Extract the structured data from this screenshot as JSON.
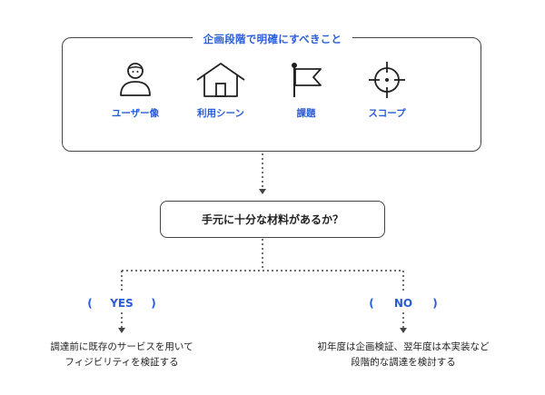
{
  "planning": {
    "title": "企画段階で明確にすべきこと",
    "items": [
      {
        "label": "ユーザー像",
        "icon": "user-icon"
      },
      {
        "label": "利用シーン",
        "icon": "house-icon"
      },
      {
        "label": "課題",
        "icon": "flag-icon"
      },
      {
        "label": "スコープ",
        "icon": "target-icon"
      }
    ]
  },
  "question": "手元に十分な材料があるか？",
  "branches": {
    "yes": {
      "label": "YES",
      "open_paren": "(",
      "close_paren": ")",
      "result_line1": "調達前に既存のサービスを用いて",
      "result_line2": "フィジビリティを検証する"
    },
    "no": {
      "label": "NO",
      "open_paren": "(",
      "close_paren": ")",
      "result_line1": "初年度は企画検証、翌年度は本実装など",
      "result_line2": "段階的な調達を検討する"
    }
  },
  "colors": {
    "accent": "#2a5cd9",
    "line": "#444444",
    "text": "#222222"
  }
}
